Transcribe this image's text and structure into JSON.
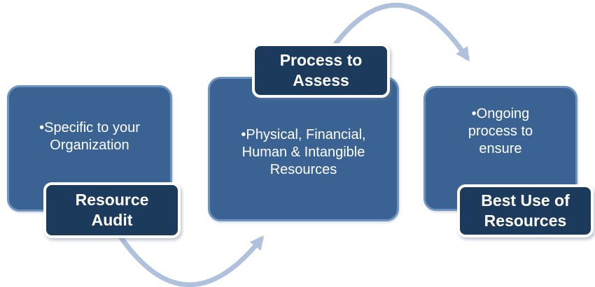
{
  "diagram": {
    "title": "Resource audit process diagram",
    "colors": {
      "background": "#FFFFFF",
      "box_fill": "#3A6394",
      "box_border": "#6E93C1",
      "label_fill": "#1C3A5C",
      "label_border": "#FFFFFF",
      "text": "#FFFFFF",
      "arrow": "#AFC1DD"
    },
    "steps": [
      {
        "body": "•Specific to your\nOrganization",
        "label": "Resource\nAudit"
      },
      {
        "body": "•Physical, Financial,\nHuman & Intangible\nResources",
        "label": "Process to\nAssess"
      },
      {
        "body": "•Ongoing\nprocess to\nensure",
        "label": "Best Use of\nResources"
      }
    ],
    "arrows": [
      {
        "from": "Process to Assess",
        "to": "Best Use of Resources"
      },
      {
        "from": "Resource Audit",
        "to": "Process to Assess"
      }
    ]
  }
}
